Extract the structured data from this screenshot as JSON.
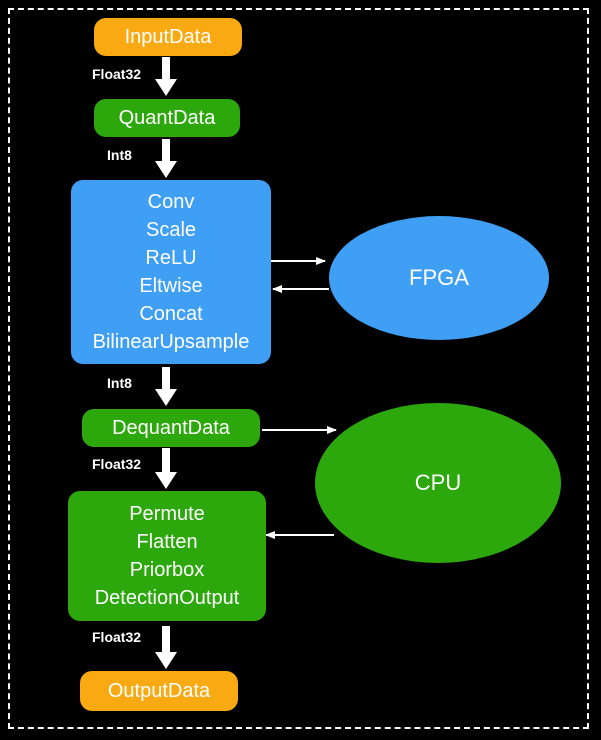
{
  "nodes": {
    "input": "InputData",
    "quant": "QuantData",
    "dequant": "DequantData",
    "output": "OutputData",
    "fpga": "FPGA",
    "cpu": "CPU"
  },
  "fpga_ops": [
    "Conv",
    "Scale",
    "ReLU",
    "Eltwise",
    "Concat",
    "BilinearUpsample"
  ],
  "cpu_ops": [
    "Permute",
    "Flatten",
    "Priorbox",
    "DetectionOutput"
  ],
  "edge_labels": {
    "input_to_quant": "Float32",
    "quant_to_fpga_block": "Int8",
    "fpga_block_to_dequant": "Int8",
    "dequant_to_cpu_block": "Float32",
    "cpu_block_to_output": "Float32"
  },
  "colors": {
    "background": "#000000",
    "orange": "#f9aa13",
    "green": "#2ca80d",
    "blue": "#3f9ff4",
    "arrow": "#ffffff"
  }
}
